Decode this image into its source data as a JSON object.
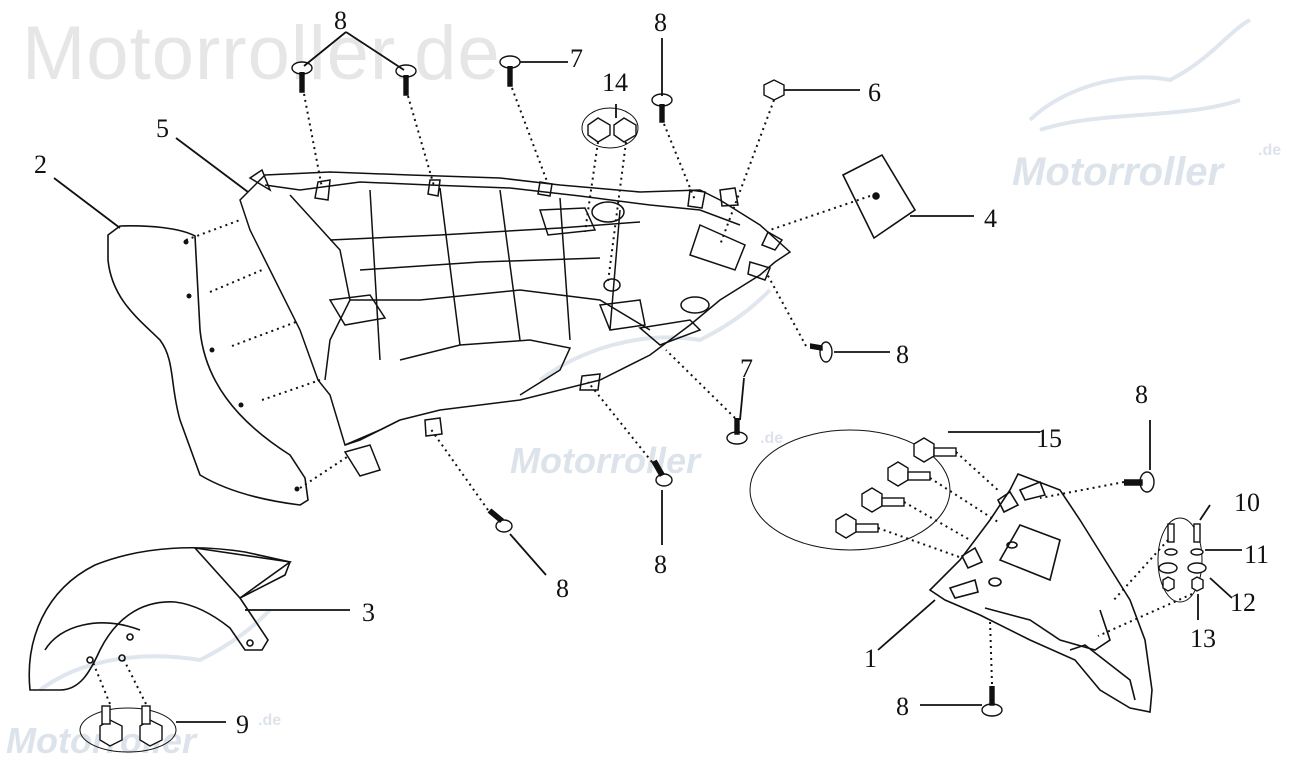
{
  "watermark": {
    "site_title": "Motorroller.de",
    "logo_text": "Motorroller",
    "logo_suffix": ".de"
  },
  "callouts": [
    "1",
    "2",
    "3",
    "4",
    "5",
    "6",
    "7",
    "8",
    "9",
    "10",
    "11",
    "12",
    "13",
    "14",
    "15"
  ],
  "labels": {
    "l8a": "8",
    "l7a": "7",
    "l14": "14",
    "l8b": "8",
    "l6": "6",
    "l5": "5",
    "l2": "2",
    "l4": "4",
    "l8c": "8",
    "l7b": "7",
    "l8d": "8",
    "l15": "15",
    "l10": "10",
    "l11": "11",
    "l8e": "8",
    "l12": "12",
    "l8f": "8",
    "l3": "3",
    "l1": "1",
    "l13": "13",
    "l8g": "8",
    "l9": "9"
  }
}
